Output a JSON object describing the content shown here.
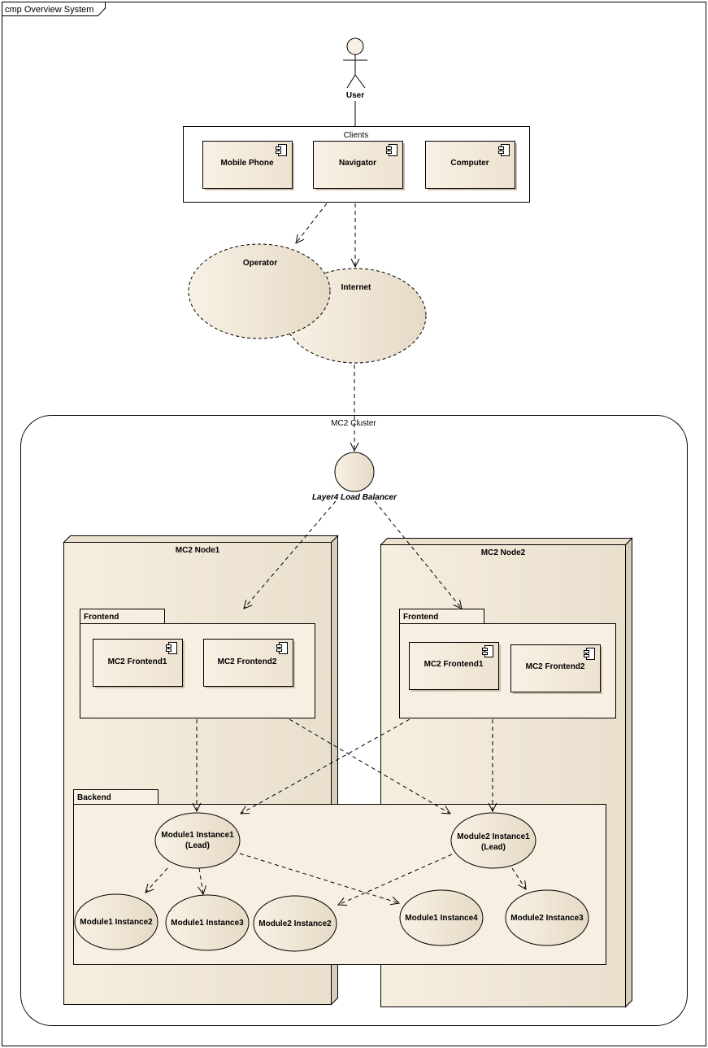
{
  "frame_title": "cmp Overview System",
  "actor": {
    "label": "User"
  },
  "clients": {
    "title": "Clients",
    "components": [
      "Mobile Phone",
      "Navigator",
      "Computer"
    ]
  },
  "networks": {
    "operator": "Operator",
    "internet": "Internet"
  },
  "cluster": {
    "title": "MC2 Cluster",
    "load_balancer": "Layer4 Load Balancer"
  },
  "node1": {
    "title": "MC2 Node1",
    "frontend_tab": "Frontend",
    "frontends": [
      "MC2 Frontend1",
      "MC2 Frontend2"
    ]
  },
  "node2": {
    "title": "MC2 Node2",
    "frontend_tab": "Frontend",
    "frontends": [
      "MC2 Frontend1",
      "MC2 Frontend2"
    ]
  },
  "backend": {
    "tab": "Backend",
    "m1_lead": [
      "Module1 Instance1",
      "(Lead)"
    ],
    "m2_lead": [
      "Module2 Instance1",
      "(Lead)"
    ],
    "module1_instance2": "Module1 Instance2",
    "module1_instance3": "Module1 Instance3",
    "module2_instance2": "Module2 Instance2",
    "module1_instance4": "Module1 Instance4",
    "module2_instance3": "Module2 Instance3"
  },
  "colors": {
    "fill": "#f7efe1",
    "fill_dark": "#e3d7c3",
    "side": "#d8cdb8",
    "line": "#000000"
  }
}
